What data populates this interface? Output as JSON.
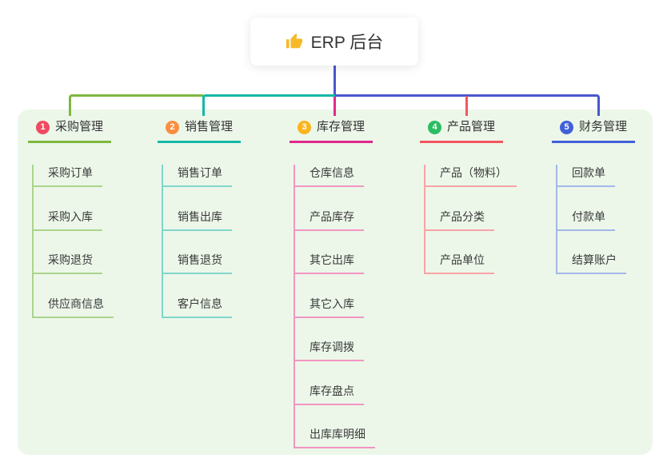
{
  "root": {
    "label": "ERP 后台",
    "icon": "thumbs-up-icon"
  },
  "palette": {
    "panel_bg": "#ecf7e9",
    "rail_green": "#7fb73f",
    "rail_teal": "#14b8a6",
    "rail_indigo": "#4a57cd",
    "drop_magenta": "#df2b8b",
    "drop_red": "#f4555e",
    "node_text": "#333333",
    "thumb_yellow": "#f7b928"
  },
  "branches": [
    {
      "num": "1",
      "label": "采购管理",
      "badge_color": "#f04a61",
      "line_color": "#7fb73f",
      "child_line_color": "#abd48c",
      "children": [
        "采购订单",
        "采购入库",
        "采购退货",
        "供应商信息"
      ]
    },
    {
      "num": "2",
      "label": "销售管理",
      "badge_color": "#fb8e3f",
      "line_color": "#14b8a6",
      "child_line_color": "#7fd7ca",
      "children": [
        "销售订单",
        "销售出库",
        "销售退货",
        "客户信息"
      ]
    },
    {
      "num": "3",
      "label": "库存管理",
      "badge_color": "#fbb41d",
      "line_color": "#e0268c",
      "child_line_color": "#f295c2",
      "children": [
        "仓库信息",
        "产品库存",
        "其它出库",
        "其它入库",
        "库存调拨",
        "库存盘点",
        "出库库明细"
      ]
    },
    {
      "num": "4",
      "label": "产品管理",
      "badge_color": "#2abd62",
      "line_color": "#f4555e",
      "child_line_color": "#f9a3a7",
      "children": [
        "产品（物料）",
        "产品分类",
        "产品单位"
      ]
    },
    {
      "num": "5",
      "label": "财务管理",
      "badge_color": "#4160d8",
      "line_color": "#4160d8",
      "child_line_color": "#a3b8e9",
      "children": [
        "回款单",
        "付款单",
        "结算账户"
      ]
    }
  ]
}
